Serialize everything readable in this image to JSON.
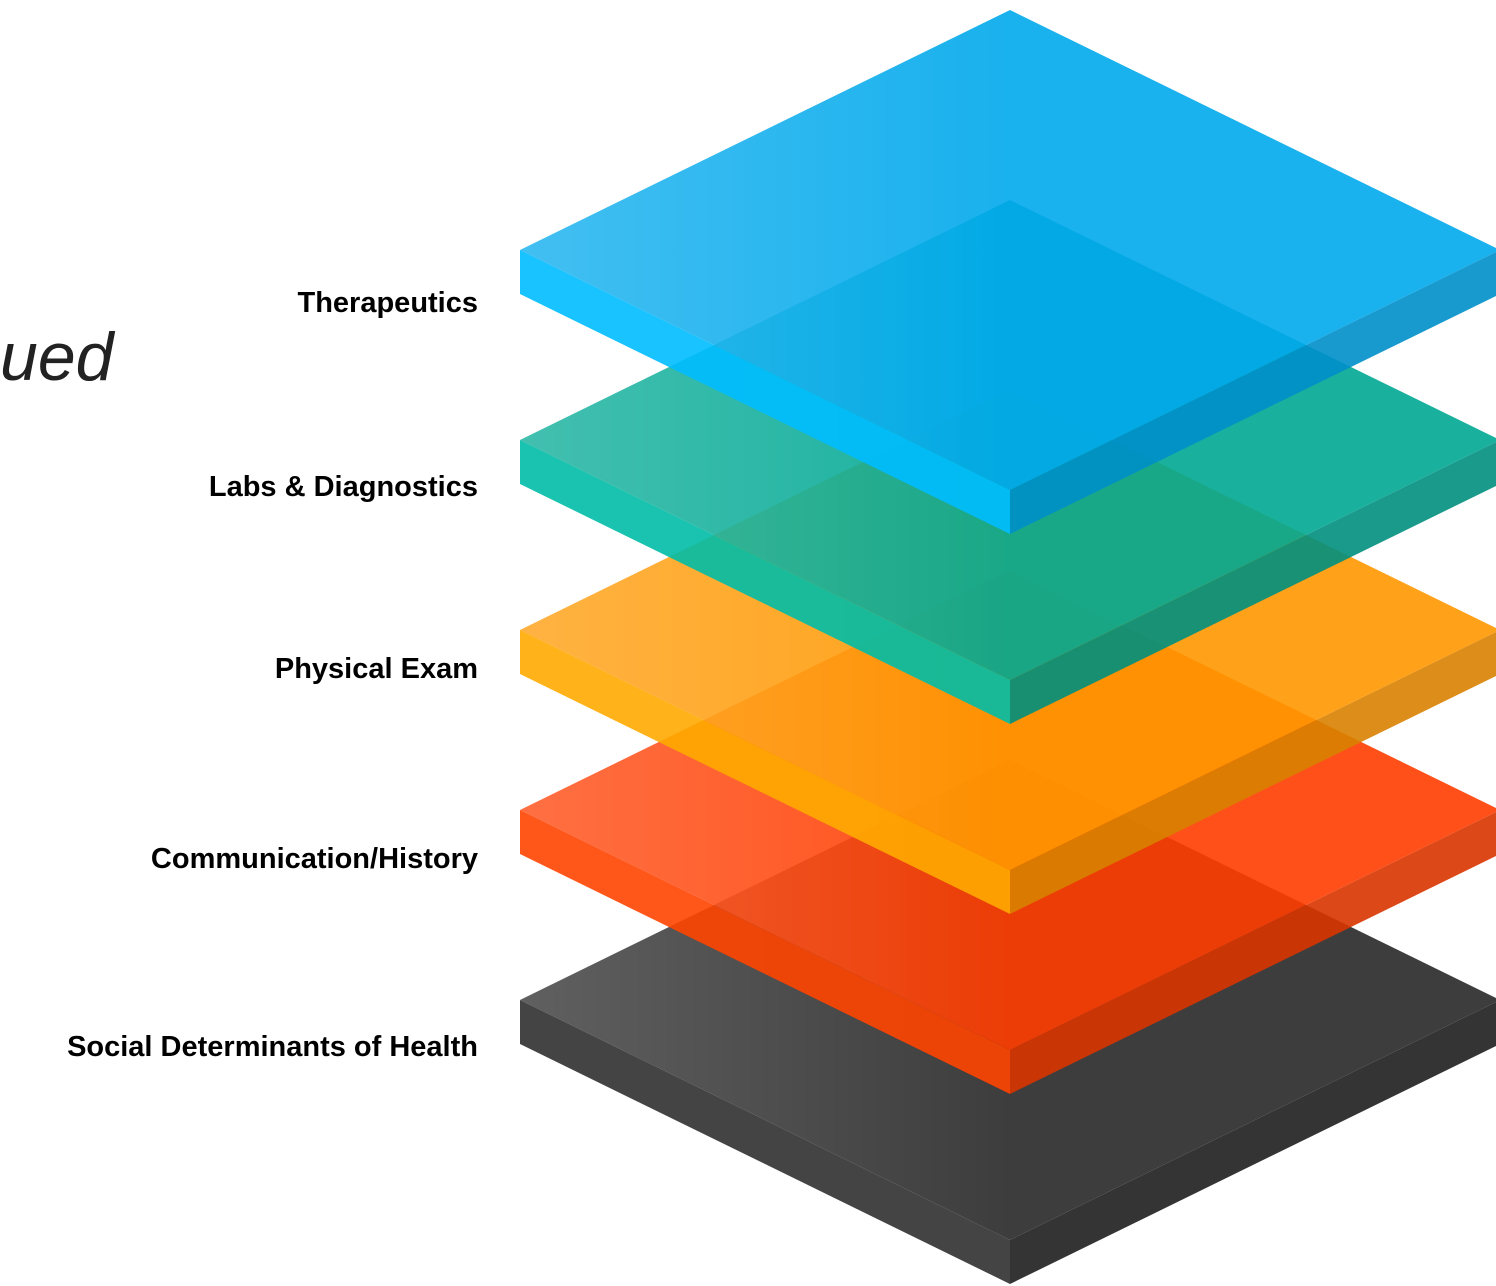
{
  "fragment_text": "ued",
  "layers": [
    {
      "label": "Therapeutics",
      "color": "#00a8ec"
    },
    {
      "label": "Labs & Diagnostics",
      "color": "#00a894"
    },
    {
      "label": "Physical Exam",
      "color": "#ff9800"
    },
    {
      "label": "Communication/History",
      "color": "#ff3d00"
    },
    {
      "label": "Social Determinants of Health",
      "color": "#3d3d3d"
    }
  ]
}
